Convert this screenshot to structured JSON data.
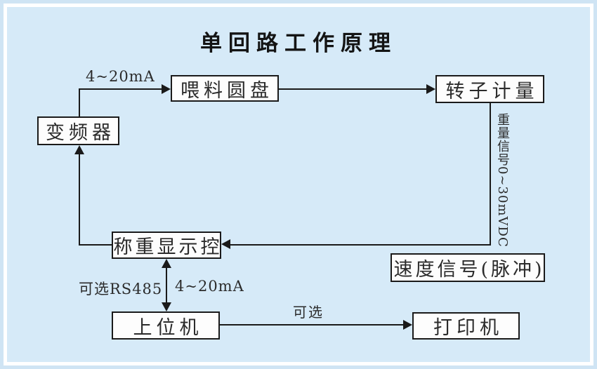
{
  "title": "单回路工作原理",
  "nodes": {
    "feeder_disc": {
      "label": "喂料圆盘"
    },
    "rotor_metering": {
      "label": "转子计量"
    },
    "inverter": {
      "label": "变频器"
    },
    "weighing_controller": {
      "label": "称重显示控"
    },
    "speed_signal": {
      "label": "速度信号(脉冲)"
    },
    "host_computer": {
      "label": "上位机"
    },
    "printer": {
      "label": "打印机"
    }
  },
  "edge_labels": {
    "inverter_to_feeder_current": "4~20mA",
    "weight_signal_vertical": "重量信号0~30mVDC",
    "rs485_optional": "可选RS485",
    "host_to_weighing_current": "4~20mA",
    "printer_optional": "可选"
  },
  "colors": {
    "background_outer": "#cfe4f4",
    "background_inner": "#d6eaf8",
    "frame_border": "#ffffff",
    "node_fill": "#fdfdfd",
    "line_color": "#1a1a1a",
    "text_color": "#2b2b2b",
    "title_color": "#141414"
  }
}
